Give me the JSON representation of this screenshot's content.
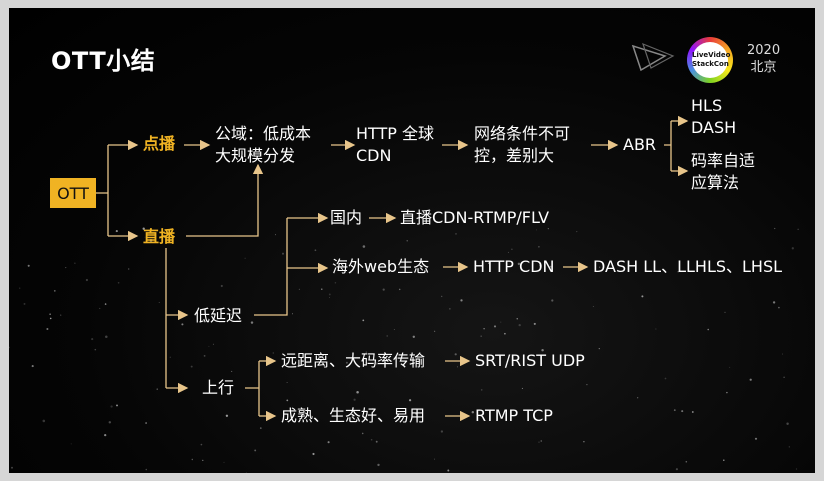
{
  "title": "OTT小结",
  "logo": {
    "year": "2020",
    "city": "北京",
    "badge_line1": "LiveVideo",
    "badge_line2": "StackCon"
  },
  "colors": {
    "accent": "#f0b323",
    "line": "#e8c58a",
    "background": "#000000"
  },
  "nodes": {
    "ott": "OTT",
    "vod": "点播",
    "live": "直播",
    "public_line1": "公域：低成本",
    "public_line2": "大规模分发",
    "http_cdn_line1": "HTTP 全球",
    "http_cdn_line2": "CDN",
    "network_line1": "网络条件不可",
    "network_line2": "控，差别大",
    "abr": "ABR",
    "hls": "HLS",
    "dash": "DASH",
    "rate_adapt_line1": "码率自适",
    "rate_adapt_line2": "应算法",
    "domestic": "国内",
    "live_cdn": "直播CDN-RTMP/FLV",
    "overseas": "海外web生态",
    "http_cdn2": "HTTP CDN",
    "dash_ll": "DASH LL、LLHLS、LHSL",
    "low_latency": "低延迟",
    "uplink": "上行",
    "long_distance": "远距离、大码率传输",
    "srt": "SRT/RIST UDP",
    "mature": "成熟、生态好、易用",
    "rtmp": "RTMP TCP"
  }
}
